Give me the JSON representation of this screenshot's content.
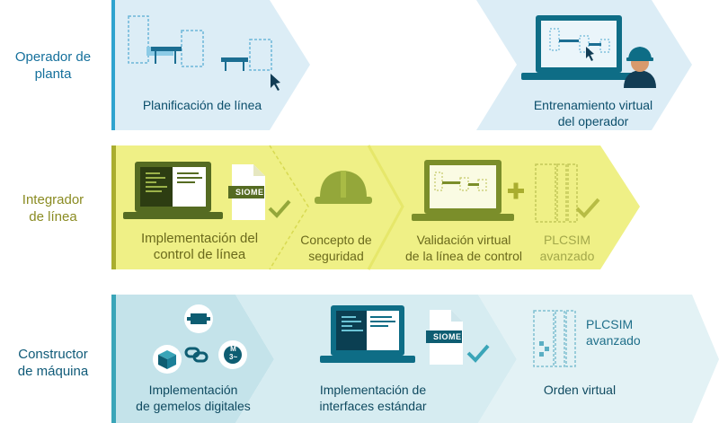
{
  "roles": {
    "plant_operator": [
      "Operador de",
      "planta"
    ],
    "line_integrator": [
      "Integrador",
      "de línea"
    ],
    "machine_builder": [
      "Constructor",
      "de máquina"
    ]
  },
  "plant_row": {
    "line_planning": [
      "Planificación de línea"
    ],
    "virtual_training": [
      "Entrenamiento virtual",
      "del operador"
    ]
  },
  "integrator_row": {
    "line_control": [
      "Implementación del",
      "control de línea"
    ],
    "safety_concept": [
      "Concepto de",
      "seguridad"
    ],
    "virtual_validation": [
      "Validación virtual",
      "de la línea de control"
    ],
    "plcsim_advanced": [
      "PLCSIM",
      "avanzado"
    ],
    "siome_badge": "SIOME"
  },
  "builder_row": {
    "digital_twins": [
      "Implementación",
      "de gemelos digitales"
    ],
    "standard_interfaces": [
      "Implementación de",
      "interfaces estándar"
    ],
    "plcsim_advanced": [
      "PLCSIM",
      "avanzado"
    ],
    "virtual_order": [
      "Orden virtual"
    ],
    "siome_badge": "SIOME",
    "motor_icon_text": [
      "M",
      "3~"
    ]
  },
  "colors": {
    "row1": "#dcedf6",
    "row1_accent": "#2fa3cf",
    "row2": "#eff086",
    "row2_accent": "#a9ad2f",
    "row3": "#c4e3ea",
    "row3_accent": "#3aa5b8",
    "icon_dark": "#0e5d72",
    "icon_green": "#7b8e2a",
    "check": "#3aa5b8"
  },
  "icons": [
    "layout-plan-icon",
    "laptop-operator-icon",
    "worker-helmet-icon",
    "cursor-icon",
    "laptop-code-icon",
    "siome-document-icon",
    "checkmark-icon",
    "hard-hat-icon",
    "plus-icon",
    "plcsim-rack-icon",
    "chain-link-icon",
    "motor-icon",
    "component-icon",
    "cube-icon"
  ]
}
